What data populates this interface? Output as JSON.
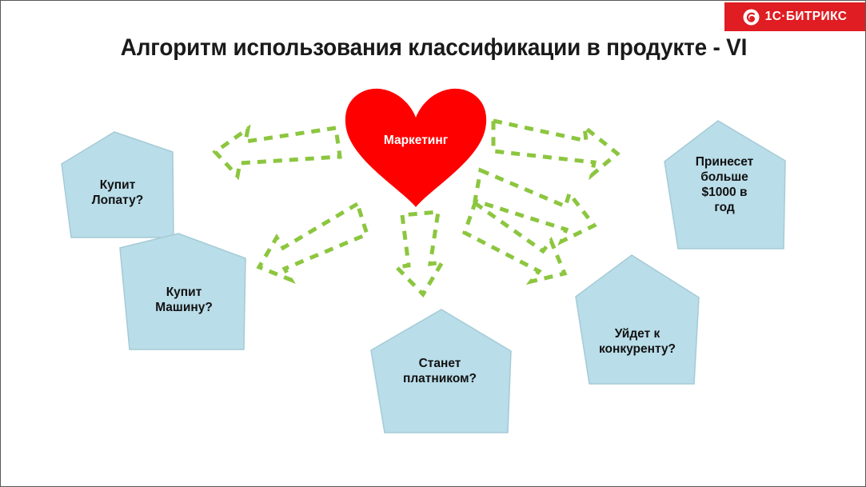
{
  "slide": {
    "title": "Алгоритм использования классификации в продукте - VI",
    "background_color": "#FFFFFF",
    "border_color": "#595959"
  },
  "logo": {
    "brand_text": "1C·БИТРИКС",
    "icon": "bitrix-spiral-icon",
    "band_color": "#E01D22",
    "text_color": "#FFFFFF"
  },
  "diagram": {
    "center": {
      "shape": "heart",
      "label": "Маркетинг",
      "fill": "#FF0000",
      "text_color": "#FFFFFF"
    },
    "arrow_style": {
      "stroke": "#8CC63F",
      "dash": "11 9",
      "width": 5,
      "fill": "none"
    },
    "node_fill": "#B9DDE9",
    "node_stroke": "#A5CBD6",
    "nodes": [
      {
        "id": "kupit-lopatu",
        "label": "Купит\nЛопату?"
      },
      {
        "id": "kupit-mashinu",
        "label": "Купит\nМашину?"
      },
      {
        "id": "stanet-platnikom",
        "label": "Станет\nплатником?"
      },
      {
        "id": "uydet-k-konkurentu",
        "label": "Уйдет к\nконкуренту?"
      },
      {
        "id": "prineset-1000",
        "label": "Принесет\nбольше\n$1000 в\nгод"
      }
    ],
    "arrows": [
      {
        "id": "arrow-upper-left",
        "direction": "left-up"
      },
      {
        "id": "arrow-lower-left",
        "direction": "left-down"
      },
      {
        "id": "arrow-down",
        "direction": "down"
      },
      {
        "id": "arrow-upper-right",
        "direction": "right-up"
      },
      {
        "id": "arrow-lower-right",
        "direction": "right-down"
      }
    ]
  }
}
